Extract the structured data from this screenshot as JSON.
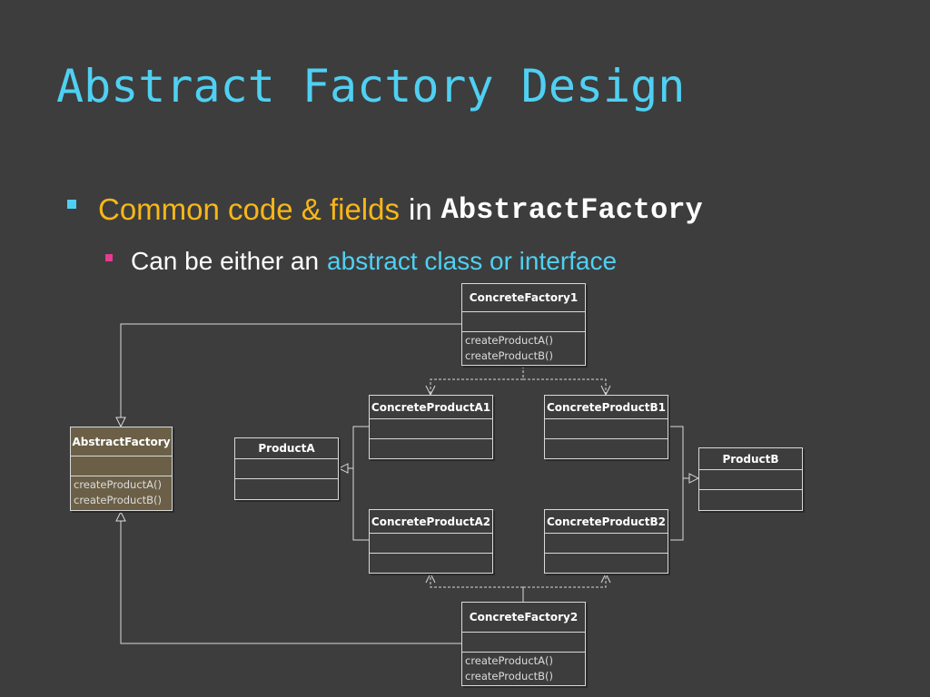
{
  "slide": {
    "title": "Abstract Factory Design",
    "bullet1": {
      "highlight": "Common code & fields",
      "middle": "in",
      "code": "AbstractFactory"
    },
    "bullet2": {
      "plain": "Can be either an",
      "highlight": "abstract class or interface"
    }
  },
  "diagram": {
    "concrete_factory1": {
      "name": "ConcreteFactory1",
      "ops": [
        "createProductA()",
        "createProductB()"
      ]
    },
    "concrete_factory2": {
      "name": "ConcreteFactory2",
      "ops": [
        "createProductA()",
        "createProductB()"
      ]
    },
    "abstract_factory": {
      "name": "AbstractFactory",
      "ops": [
        "createProductA()",
        "createProductB()"
      ]
    },
    "product_a": {
      "name": "ProductA"
    },
    "product_b": {
      "name": "ProductB"
    },
    "concrete_product_a1": {
      "name": "ConcreteProductA1"
    },
    "concrete_product_a2": {
      "name": "ConcreteProductA2"
    },
    "concrete_product_b1": {
      "name": "ConcreteProductB1"
    },
    "concrete_product_b2": {
      "name": "ConcreteProductB2"
    }
  },
  "colors": {
    "background": "#3d3d3d",
    "title": "#4fd0f2",
    "highlight_orange": "#f7b718",
    "highlight_blue": "#4fd0f2",
    "bullet1_square": "#4fd0f2",
    "bullet2_square": "#e83a8e",
    "abstract_factory_fill": "#6b6047",
    "lines": "#d9d9d9"
  }
}
